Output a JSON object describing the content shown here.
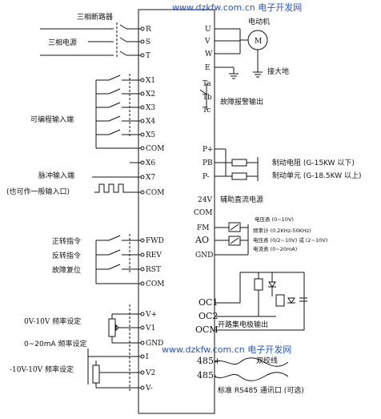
{
  "watermark": {
    "top": "www.dzkfw.com.cn 电子开发网",
    "bottom": "www.dzkfw.com.cn 电子开发网"
  },
  "left": {
    "breaker": "三相断路器",
    "three_phase": "三相电源",
    "programmable": "可编程输入端",
    "pulse1": "脉冲输入端",
    "pulse2": "(也可作一般输入口)",
    "fwd": "正转指令",
    "rev": "反转指令",
    "reset": "故障复位",
    "v010": "0V-10V 频率设定",
    "ma020": "0~20mA 频率设定",
    "v1010": "-10V-10V 频率设定"
  },
  "terminals_left": [
    "R",
    "S",
    "T",
    "X1",
    "X2",
    "X3",
    "X4",
    "X5",
    "COM",
    "X6",
    "X7",
    "COM",
    "FWD",
    "REV",
    "RST",
    "COM",
    "V+",
    "V1",
    "GND",
    "I",
    "V2",
    "V-"
  ],
  "terminals_right": [
    "U",
    "V",
    "W",
    "E",
    "Ta",
    "Tb",
    "Tc",
    "P+",
    "PB",
    "P-",
    "24V",
    "COM",
    "FM",
    "AO",
    "GND",
    "OC1",
    "OC2",
    "OCM",
    "485+",
    "485-"
  ],
  "right": {
    "motor": "电动机",
    "motor_symbol": "M",
    "ground": "接大地",
    "fault_out": "故障报警输出",
    "brake_res": "制动电阻 (G-15KW 以下)",
    "brake_unit": "制动单元 (G-18.5KW 以上)",
    "aux_power": "辅助直流电源",
    "voltmeter": "电压表 (0~10V)",
    "freqmeter": "频率计 (0.2KHz-50KHz)",
    "voltmeter2": "电压表 (0/2~10V) 或 (2~10V)",
    "ammeter": "电流表 (0~20mA)",
    "oc_out": "开路集电极输出",
    "twisted": "双绞线",
    "rs485": "标准 RS485 通讯口 (可选)"
  },
  "colors": {
    "line": "#111111",
    "watermark": "#2a55c8"
  }
}
